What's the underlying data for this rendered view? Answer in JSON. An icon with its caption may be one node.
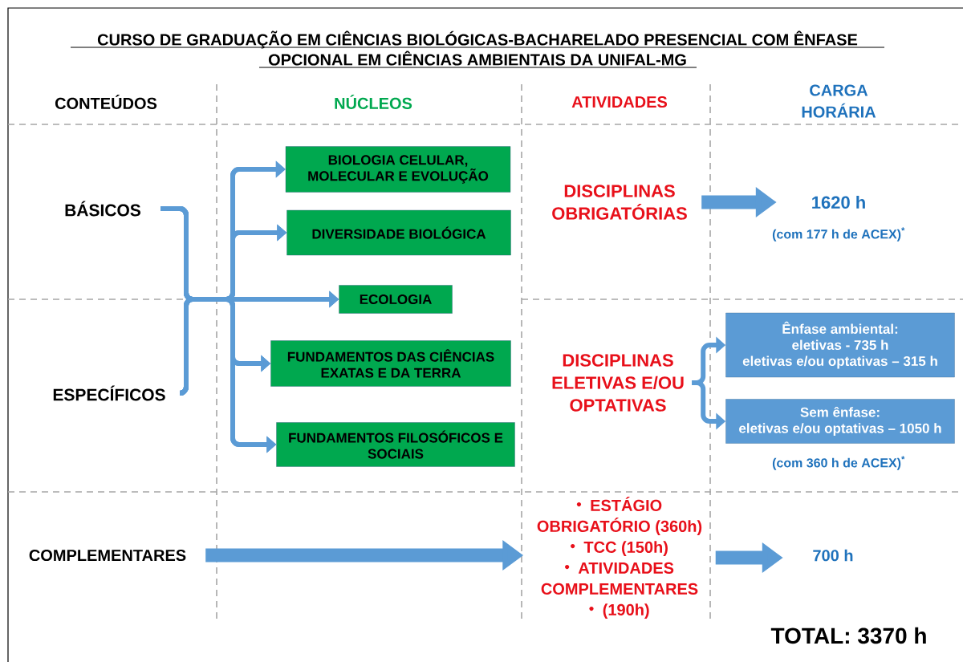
{
  "diagram": {
    "title": "CURSO DE GRADUAÇÃO EM CIÊNCIAS BIOLÓGICAS-BACHARELADO PRESENCIAL COM ÊNFASE OPCIONAL EM CIÊNCIAS AMBIENTAIS DA UNIFAL-MG",
    "nodes": [
      {
        "text": [
          "BÁSICOS"
        ]
      },
      {
        "text": [
          "ESPECÍFICOS"
        ]
      },
      {
        "text": [
          "BIOLOGIA CELULAR, MOLECULAR E EVOLUÇÃO"
        ]
      },
      {
        "text": [
          "DIVERSIDADE BIOLÓGICA"
        ]
      },
      {
        "text": [
          "ECOLOGIA"
        ]
      },
      {
        "text": [
          "FUNDAMENTOS DAS CIÊNCIAS EXATAS E DA TERRA"
        ]
      },
      {
        "text": [
          "FUNDAMENTOS FILOSÓFICOS E SOCIAIS"
        ]
      },
      {
        "text": [
          "DISCIPLINAS OBRIGATÓRIAS"
        ]
      },
      {
        "text": [
          "1620 h"
        ]
      },
      {
        "text": [
          "DISCIPLINAS ELETIVAS E/OU OPTATIVAS"
        ]
      },
      {
        "text": [
          "Ênfase ambiental:",
          "eletivas - 735 h",
          "eletivas e/ou optativas – 315 h"
        ]
      },
      {
        "text": [
          "Sem ênfase:",
          "eletivas e/ou optativas – 1050 h"
        ]
      },
      {
        "text": [
          "COMPLEMENTARES"
        ]
      },
      {
        "text": [
          "ESTÁGIO OBRIGATÓRIO (360h)",
          "TCC (150h)",
          "ATIVIDADES COMPLEMENTARES",
          "(190h)"
        ]
      },
      {
        "text": [
          "700 h"
        ]
      }
    ],
    "edges": [
      {
        "from": 0,
        "to": 2,
        "arrow": "to"
      },
      {
        "from": 0,
        "to": 3,
        "arrow": "to"
      },
      {
        "from": 0,
        "to": 4,
        "arrow": "to"
      },
      {
        "from": 0,
        "to": 5,
        "arrow": "to"
      },
      {
        "from": 0,
        "to": 6,
        "arrow": "to"
      },
      {
        "from": 1,
        "to": 2,
        "arrow": "to"
      },
      {
        "from": 1,
        "to": 3,
        "arrow": "to"
      },
      {
        "from": 1,
        "to": 4,
        "arrow": "to"
      },
      {
        "from": 1,
        "to": 5,
        "arrow": "to"
      },
      {
        "from": 1,
        "to": 6,
        "arrow": "to"
      },
      {
        "from": 7,
        "to": 8,
        "arrow": "to",
        "style": "thick"
      },
      {
        "from": 9,
        "to": 10,
        "arrow": "to"
      },
      {
        "from": 9,
        "to": 11,
        "arrow": "to"
      },
      {
        "from": 12,
        "to": 13,
        "arrow": "to",
        "style": "thick"
      },
      {
        "from": 13,
        "to": 14,
        "arrow": "to",
        "style": "thick"
      }
    ],
    "labels": [
      "CONTEÚDOS",
      "NÚCLEOS",
      "ATIVIDADES",
      "CARGA HORÁRIA",
      "(com 177 h de ACEX)$^{*}$",
      "(com 360 h de ACEX)$^{*}$",
      "TOTAL: 3370 h"
    ]
  }
}
